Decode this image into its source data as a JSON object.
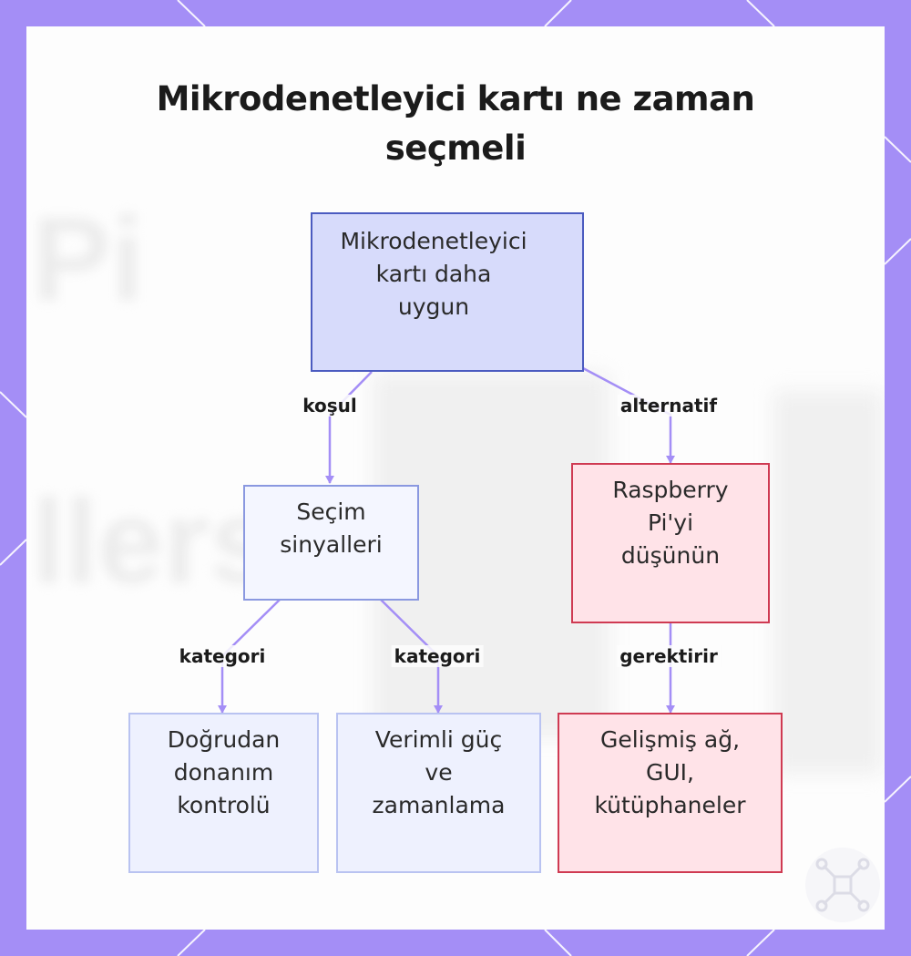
{
  "title": {
    "line1": "Mikrodenetleyici kartı ne zaman",
    "line2": "seçmeli"
  },
  "colors": {
    "frame": "#a48ef6",
    "edge": "#a48ef6",
    "root_fill": "#d7dbfb",
    "root_border": "#4b5bc0",
    "red_fill": "#ffe3e8",
    "red_border": "#cf3a52"
  },
  "nodes": {
    "root": {
      "lines": [
        "Mikrodenetleyici",
        "kartı daha",
        "uygun"
      ]
    },
    "secim": {
      "lines": [
        "Seçim",
        "sinyalleri"
      ]
    },
    "raspberry": {
      "lines": [
        "Raspberry",
        "Pi'yi",
        "düşünün"
      ]
    },
    "donanim": {
      "lines": [
        "Doğrudan",
        "donanım",
        "kontrolü"
      ]
    },
    "verimli": {
      "lines": [
        "Verimli güç",
        "ve",
        "zamanlama"
      ]
    },
    "gelismis": {
      "lines": [
        "Gelişmiş ağ,",
        "GUI,",
        "kütüphaneler"
      ]
    }
  },
  "edges": {
    "kosul": "koşul",
    "alternatif": "alternatif",
    "kategori_left": "kategori",
    "kategori_right": "kategori",
    "gerektirir": "gerektirir"
  },
  "background_text": {
    "word1": "Pi",
    "word2": "llers"
  },
  "logo": {
    "name": "network-logo-icon"
  }
}
